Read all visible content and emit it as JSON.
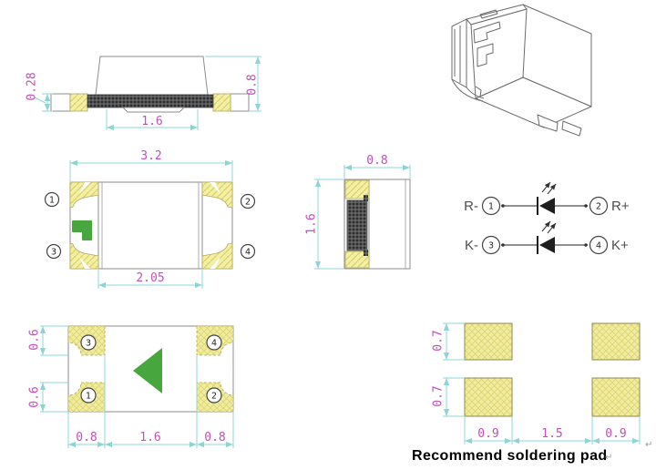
{
  "colors": {
    "dimension_line": "#8fd4d4",
    "dimension_text": "#c050b8",
    "pad_yellow": "#f3efa5",
    "green_mark": "#47a63d",
    "outline_gray": "#8c8c8c",
    "schematic_gray": "#4d4d4d"
  },
  "side_view": {
    "dim_pad_height": "0.28",
    "dim_total_height": "0.8",
    "dim_lead_width": "1.6"
  },
  "top_view": {
    "dim_total_width": "3.2",
    "dim_inner_width": "2.05",
    "pin_top_left": "1",
    "pin_top_right": "2",
    "pin_bottom_left": "3",
    "pin_bottom_right": "4"
  },
  "end_view": {
    "dim_width": "0.8",
    "dim_height": "1.6"
  },
  "schematic": {
    "rows": [
      {
        "left_label": "R-",
        "left_pin": "1",
        "right_pin": "2",
        "right_label": "R+"
      },
      {
        "left_label": "K-",
        "left_pin": "3",
        "right_pin": "4",
        "right_label": "K+"
      }
    ]
  },
  "bottom_view": {
    "dim_pad_height_top": "0.6",
    "dim_pad_height_bottom": "0.6",
    "dim_pad_width_left": "0.8",
    "dim_gap": "1.6",
    "dim_pad_width_right": "0.8",
    "pin_top_left": "3",
    "pin_top_right": "4",
    "pin_bottom_left": "1",
    "pin_bottom_right": "2"
  },
  "solder_pad_view": {
    "dim_pad_height_top": "0.7",
    "dim_pad_height_bottom": "0.7",
    "dim_pad_width_left": "0.9",
    "dim_gap": "1.5",
    "dim_pad_width_right": "0.9"
  },
  "caption": {
    "text": "Recommend soldering pad",
    "return_mark": "↵",
    "corner_mark": "↵"
  }
}
